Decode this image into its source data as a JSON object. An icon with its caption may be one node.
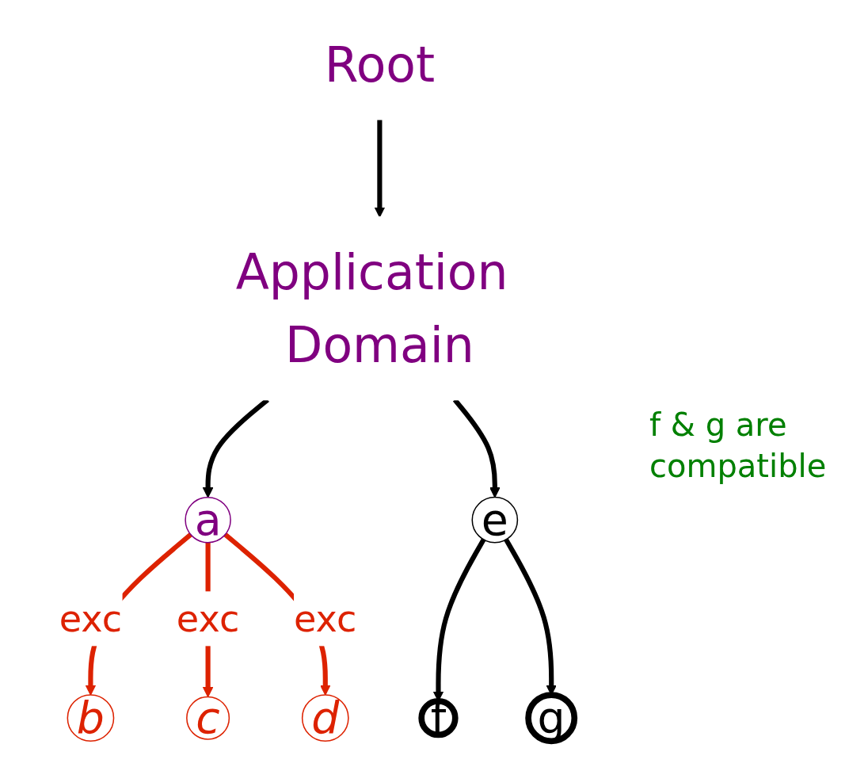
{
  "diagram": {
    "nodes": [
      {
        "text": [
          "Root"
        ]
      },
      {
        "text": [
          "Application Domain"
        ]
      },
      {
        "text": [
          "a"
        ]
      },
      {
        "text": [
          "e"
        ]
      },
      {
        "text": [
          "b"
        ]
      },
      {
        "text": [
          "c"
        ]
      },
      {
        "text": [
          "d"
        ]
      },
      {
        "text": [
          "f"
        ]
      },
      {
        "text": [
          "g"
        ]
      }
    ],
    "edges": [
      {
        "from": 0,
        "to": 1,
        "arrow": "to"
      },
      {
        "from": 1,
        "to": 2,
        "arrow": "to"
      },
      {
        "from": 1,
        "to": 3,
        "arrow": "to"
      },
      {
        "from": 2,
        "to": 4,
        "arrow": "to",
        "label": "exc",
        "color": "#dd2200"
      },
      {
        "from": 2,
        "to": 5,
        "arrow": "to",
        "label": "exc",
        "color": "#dd2200"
      },
      {
        "from": 2,
        "to": 6,
        "arrow": "to",
        "label": "exc",
        "color": "#dd2200"
      },
      {
        "from": 3,
        "to": 7,
        "arrow": "to"
      },
      {
        "from": 3,
        "to": 8,
        "arrow": "to"
      }
    ],
    "labels": [
      "f & g are compatible"
    ]
  }
}
